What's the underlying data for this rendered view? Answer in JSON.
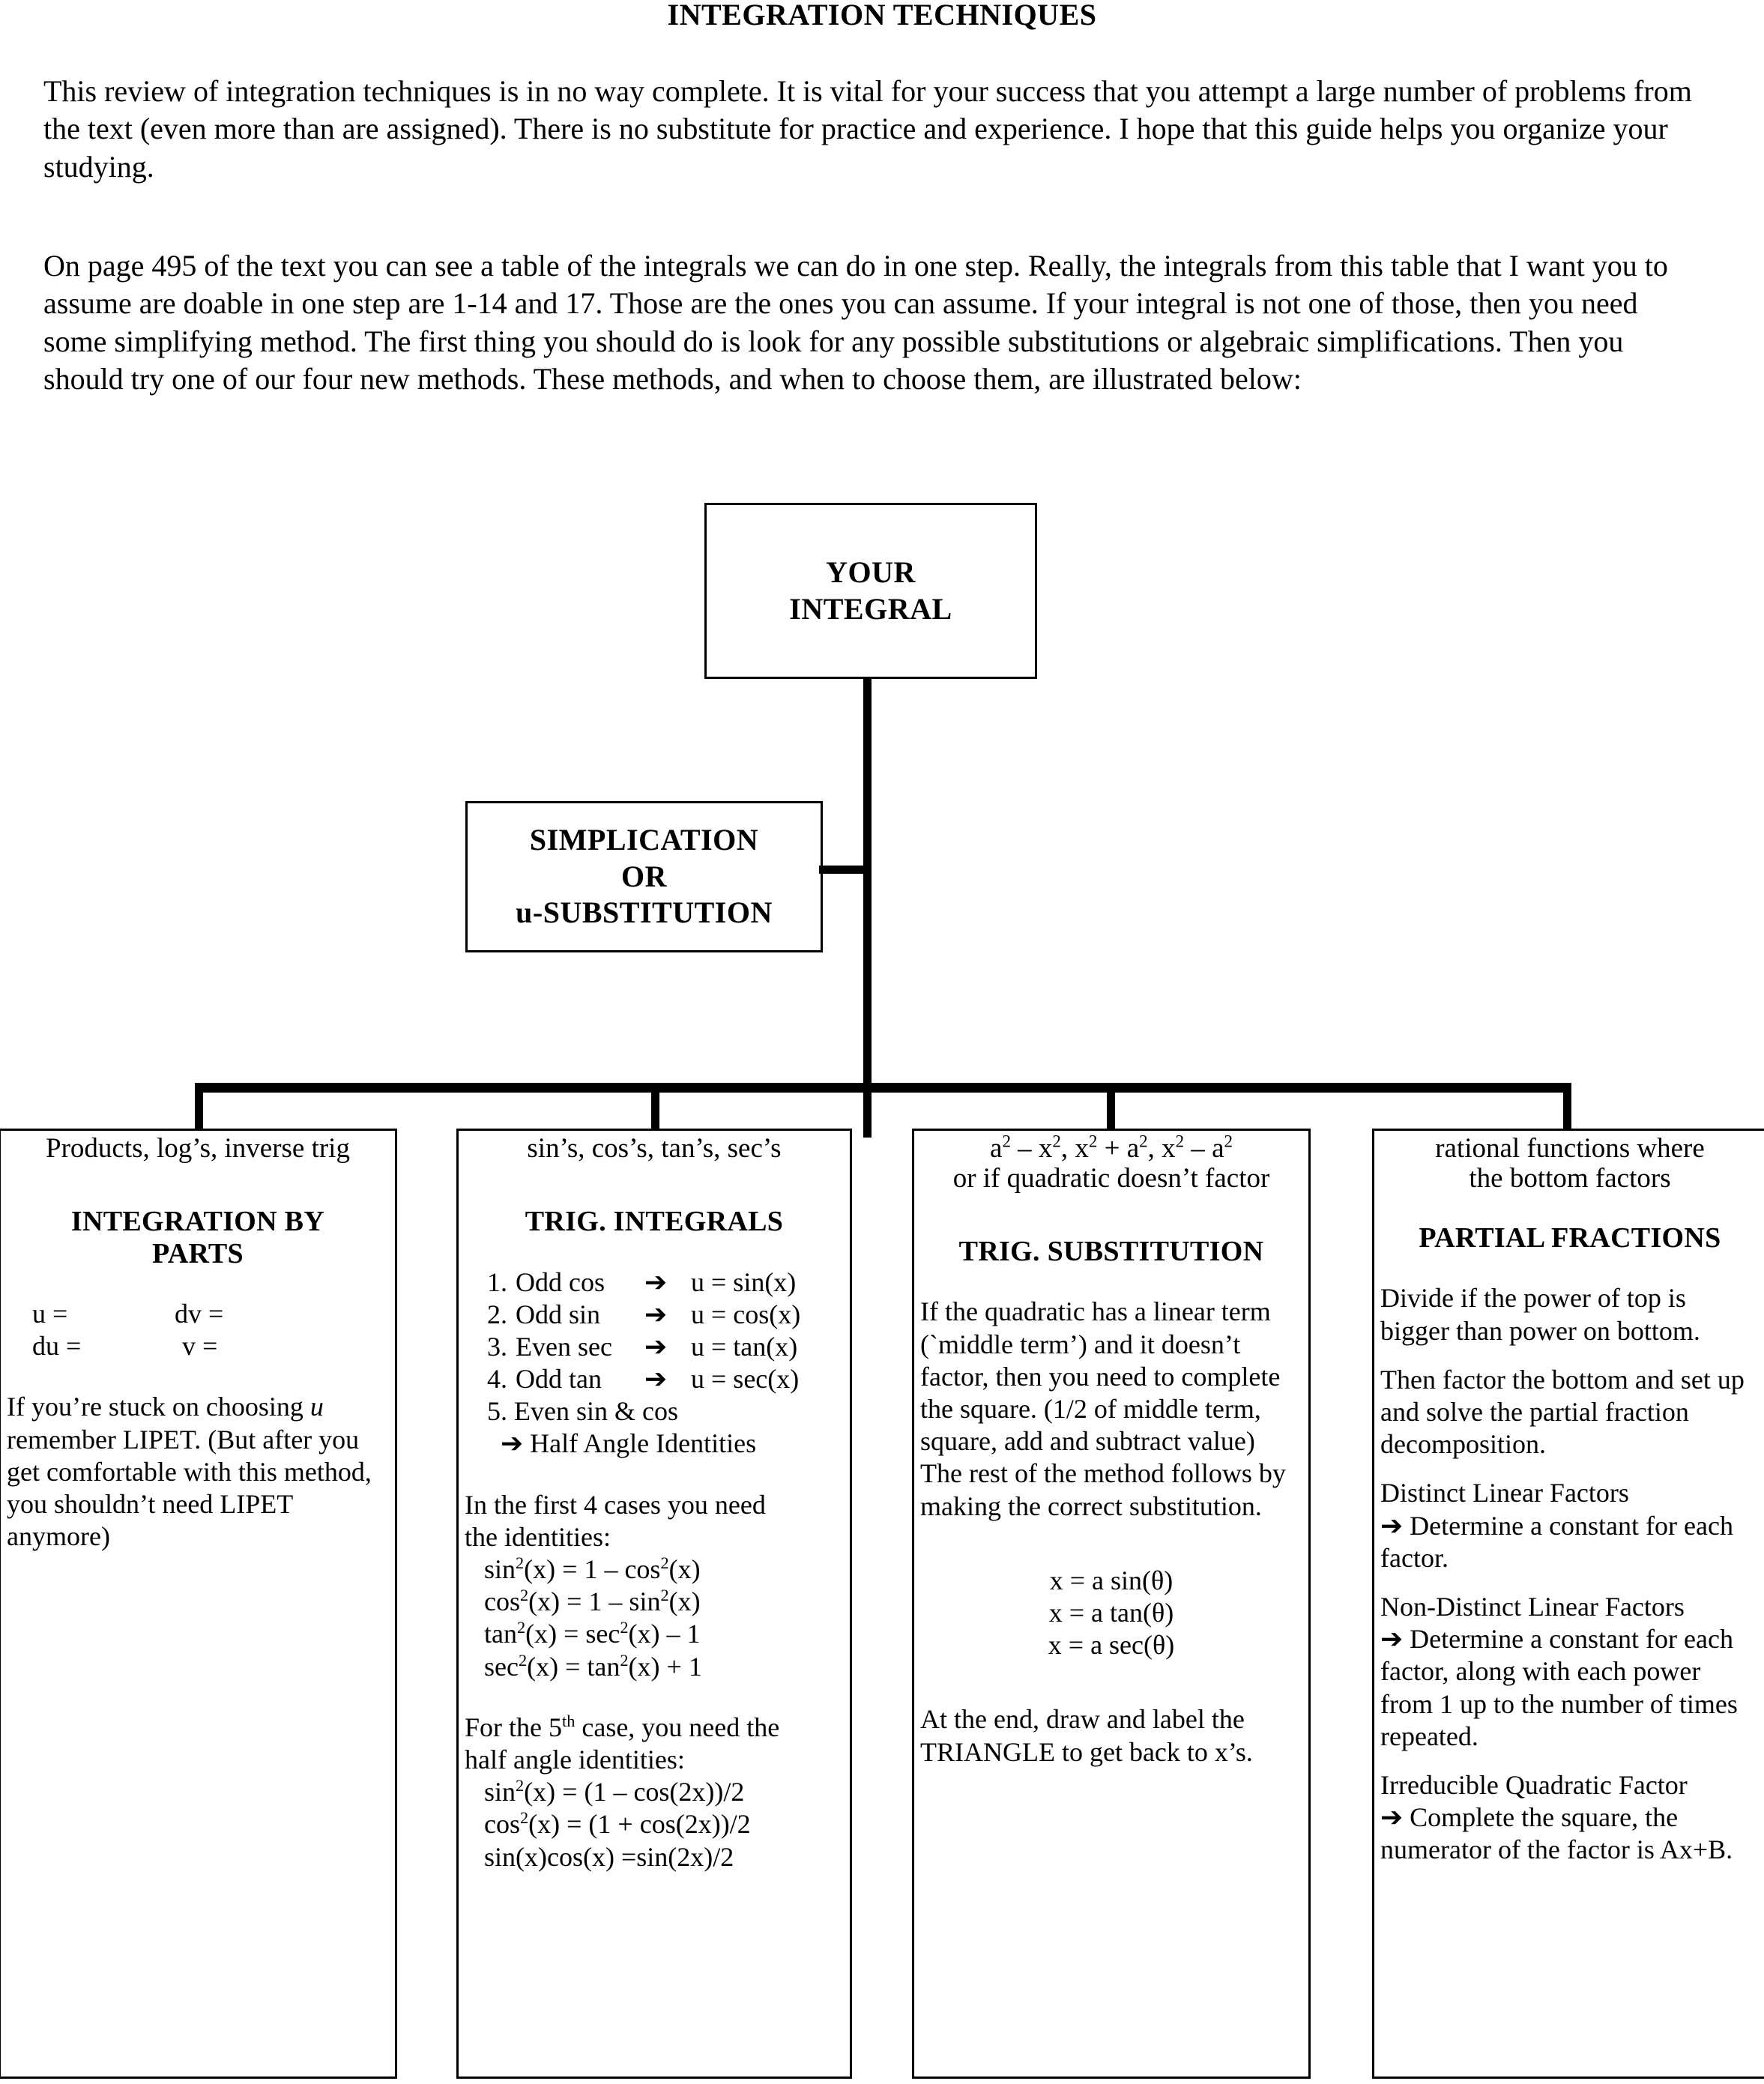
{
  "document": {
    "title": "INTEGRATION TECHNIQUES",
    "paragraph_1": "This review of integration techniques is in no way complete.  It is vital for your success that you attempt a large number of problems from the text (even more than are assigned).  There is no substitute for practice and experience.  I hope that this guide helps you organize your studying.",
    "paragraph_2": "On page 495 of the text you can see a table of the integrals we can do in one step.  Really, the integrals from this table that I want you to assume are doable in one step are 1-14 and 17.  Those are the ones you can assume.  If your integral is not one of those, then you need some simplifying method.  The first thing you should do is look for any possible substitutions or algebraic simplifications.  Then you should try one of our four new methods.  These methods, and when to choose them, are illustrated below:"
  },
  "flowchart": {
    "root_box": {
      "line1": "YOUR",
      "line2": "INTEGRAL"
    },
    "simplification_box": {
      "line1": "SIMPLICATION",
      "line2": "OR",
      "line3": "u-SUBSTITUTION"
    }
  },
  "methods": [
    {
      "condition": "Products, log’s, inverse trig",
      "title_line1": "INTEGRATION BY",
      "title_line2": "PARTS",
      "formula_u": "u  =",
      "formula_dv": "dv =",
      "formula_du": "du =",
      "formula_v": "v =",
      "note_lead": "If you’re stuck on choosing",
      "note_italic": "u",
      "note_rest": " remember LIPET.  (But after you get comfortable with this method, you shouldn’t need LIPET anymore)"
    },
    {
      "condition": "sin’s, cos’s, tan’s, sec’s",
      "title": "TRIG. INTEGRALS",
      "rules": [
        {
          "num": "1.",
          "case": "Odd cos",
          "arrow": "➔",
          "sub": "u = sin(x)"
        },
        {
          "num": "2.",
          "case": "Odd sin",
          "arrow": "➔",
          "sub": "u = cos(x)"
        },
        {
          "num": "3.",
          "case": "Even sec",
          "arrow": "➔",
          "sub": "u = tan(x)"
        },
        {
          "num": "4.",
          "case": "Odd tan",
          "arrow": "➔",
          "sub": "u = sec(x)"
        }
      ],
      "rule5_line1": "5. Even sin & cos",
      "rule5_line2": "➔ Half Angle Identities",
      "ident_intro_line1": "In the first 4 cases you need",
      "ident_intro_line2": "the identities:",
      "identities": [
        {
          "lhs": "sin",
          "lhs_sup": "2",
          "lhs_arg": "(x) = 1 – cos",
          "rhs_sup": "2",
          "rhs_tail": "(x)"
        },
        {
          "lhs": "cos",
          "lhs_sup": "2",
          "lhs_arg": "(x) = 1 – sin",
          "rhs_sup": "2",
          "rhs_tail": "(x)"
        },
        {
          "lhs": "tan",
          "lhs_sup": "2",
          "lhs_arg": "(x) = sec",
          "rhs_sup": "2",
          "rhs_tail": "(x) – 1"
        },
        {
          "lhs": "sec",
          "lhs_sup": "2",
          "lhs_arg": "(x) = tan",
          "rhs_sup": "2",
          "rhs_tail": "(x) + 1"
        }
      ],
      "half_intro_a": "For the 5",
      "half_intro_sup": "th",
      "half_intro_b": " case, you need the",
      "half_intro_line2": "half angle identities:",
      "half_identities": [
        {
          "lhs": "sin",
          "lhs_sup": "2",
          "tail": "(x) = (1 – cos(2x))/2"
        },
        {
          "lhs": "cos",
          "lhs_sup": "2",
          "tail": "(x) = (1 + cos(2x))/2"
        },
        {
          "lhs": "sin(x)cos(x) =sin(2x)/2",
          "lhs_sup": "",
          "tail": ""
        }
      ]
    },
    {
      "condition_line1_parts": [
        {
          "base": "a",
          "sup": "2"
        },
        {
          "base": " – x",
          "sup": "2"
        },
        {
          "base": ", x",
          "sup": "2"
        },
        {
          "base": " + a",
          "sup": "2"
        },
        {
          "base": ", x",
          "sup": "2"
        },
        {
          "base": " – a",
          "sup": "2"
        }
      ],
      "condition_line2": "or if quadratic doesn’t factor",
      "title": "TRIG. SUBSTITUTION",
      "body_1": "If the quadratic has a linear term (`middle term’) and it doesn’t factor, then you need to complete the square. (1/2 of middle term, square, add and subtract value)",
      "body_2": "The rest of the method follows by making the correct substitution.",
      "substitutions": [
        "x = a sin(θ)",
        "x = a tan(θ)",
        "x = a sec(θ)"
      ],
      "body_3": "At the end, draw and label the TRIANGLE to get back to x’s."
    },
    {
      "condition_line1": "rational functions where",
      "condition_line2": "the bottom factors",
      "title": "PARTIAL FRACTIONS",
      "body_1": "Divide if the power of top is bigger than power on bottom.",
      "body_2": "Then factor the bottom and set up and solve the partial fraction decomposition.",
      "case_1_head": "Distinct Linear Factors",
      "case_1_body": "➔ Determine a constant for each factor.",
      "case_2_head": "Non-Distinct Linear Factors",
      "case_2_body": "➔ Determine a constant for each factor, along with each power from 1 up to the number of times repeated.",
      "case_3_head": "Irreducible Quadratic Factor",
      "case_3_body": " ➔ Complete the square, the numerator of the factor is Ax+B."
    }
  ],
  "colors": {
    "ink": "#000000",
    "paper": "#ffffff"
  }
}
